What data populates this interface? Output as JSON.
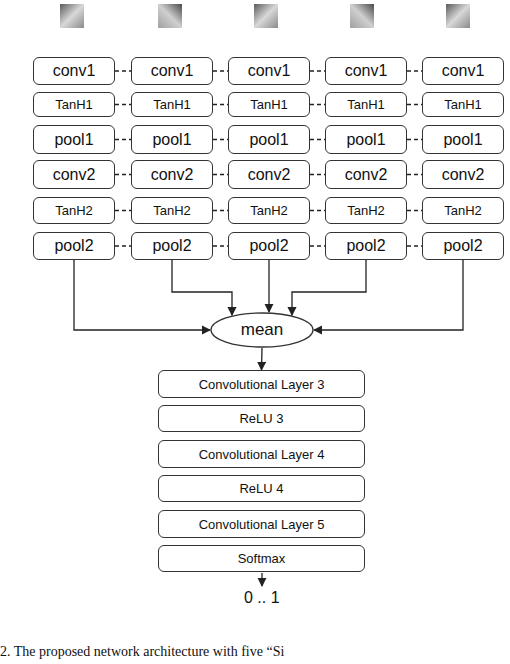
{
  "diagram": {
    "caption": "2. The proposed network architecture with five “Si",
    "nodes": [
      {
        "text": [
          "conv1"
        ]
      },
      {
        "text": [
          "conv1"
        ]
      },
      {
        "text": [
          "conv1"
        ]
      },
      {
        "text": [
          "conv1"
        ]
      },
      {
        "text": [
          "conv1"
        ]
      },
      {
        "text": [
          "TanH1"
        ]
      },
      {
        "text": [
          "TanH1"
        ]
      },
      {
        "text": [
          "TanH1"
        ]
      },
      {
        "text": [
          "TanH1"
        ]
      },
      {
        "text": [
          "TanH1"
        ]
      },
      {
        "text": [
          "pool1"
        ]
      },
      {
        "text": [
          "pool1"
        ]
      },
      {
        "text": [
          "pool1"
        ]
      },
      {
        "text": [
          "pool1"
        ]
      },
      {
        "text": [
          "pool1"
        ]
      },
      {
        "text": [
          "conv2"
        ]
      },
      {
        "text": [
          "conv2"
        ]
      },
      {
        "text": [
          "conv2"
        ]
      },
      {
        "text": [
          "conv2"
        ]
      },
      {
        "text": [
          "conv2"
        ]
      },
      {
        "text": [
          "TanH2"
        ]
      },
      {
        "text": [
          "TanH2"
        ]
      },
      {
        "text": [
          "TanH2"
        ]
      },
      {
        "text": [
          "TanH2"
        ]
      },
      {
        "text": [
          "TanH2"
        ]
      },
      {
        "text": [
          "pool2"
        ]
      },
      {
        "text": [
          "pool2"
        ]
      },
      {
        "text": [
          "pool2"
        ]
      },
      {
        "text": [
          "pool2"
        ]
      },
      {
        "text": [
          "pool2"
        ]
      },
      {
        "text": [
          "mean"
        ]
      },
      {
        "text": [
          "Convolutional Layer 3"
        ]
      },
      {
        "text": [
          "ReLU 3"
        ]
      },
      {
        "text": [
          "Convolutional Layer 4"
        ]
      },
      {
        "text": [
          "ReLU 4"
        ]
      },
      {
        "text": [
          "Convolutional Layer 5"
        ]
      },
      {
        "text": [
          "Softmax"
        ]
      }
    ],
    "edges": [
      {
        "from": 0,
        "to": 1,
        "arrow": "none"
      },
      {
        "from": 1,
        "to": 2,
        "arrow": "none"
      },
      {
        "from": 2,
        "to": 3,
        "arrow": "none"
      },
      {
        "from": 3,
        "to": 4,
        "arrow": "none"
      },
      {
        "from": 5,
        "to": 6,
        "arrow": "none"
      },
      {
        "from": 6,
        "to": 7,
        "arrow": "none"
      },
      {
        "from": 7,
        "to": 8,
        "arrow": "none"
      },
      {
        "from": 8,
        "to": 9,
        "arrow": "none"
      },
      {
        "from": 10,
        "to": 11,
        "arrow": "none"
      },
      {
        "from": 11,
        "to": 12,
        "arrow": "none"
      },
      {
        "from": 12,
        "to": 13,
        "arrow": "none"
      },
      {
        "from": 13,
        "to": 14,
        "arrow": "none"
      },
      {
        "from": 15,
        "to": 16,
        "arrow": "none"
      },
      {
        "from": 16,
        "to": 17,
        "arrow": "none"
      },
      {
        "from": 17,
        "to": 18,
        "arrow": "none"
      },
      {
        "from": 18,
        "to": 19,
        "arrow": "none"
      },
      {
        "from": 20,
        "to": 21,
        "arrow": "none"
      },
      {
        "from": 21,
        "to": 22,
        "arrow": "none"
      },
      {
        "from": 22,
        "to": 23,
        "arrow": "none"
      },
      {
        "from": 23,
        "to": 24,
        "arrow": "none"
      },
      {
        "from": 25,
        "to": 26,
        "arrow": "none"
      },
      {
        "from": 26,
        "to": 27,
        "arrow": "none"
      },
      {
        "from": 27,
        "to": 28,
        "arrow": "none"
      },
      {
        "from": 28,
        "to": 29,
        "arrow": "none"
      },
      {
        "from": 25,
        "to": 30,
        "arrow": "to"
      },
      {
        "from": 26,
        "to": 30,
        "arrow": "to"
      },
      {
        "from": 27,
        "to": 30,
        "arrow": "to"
      },
      {
        "from": 28,
        "to": 30,
        "arrow": "to"
      },
      {
        "from": 29,
        "to": 30,
        "arrow": "to"
      },
      {
        "from": 30,
        "to": 31,
        "arrow": "to"
      }
    ],
    "labels": [
      "0 .. 1"
    ]
  }
}
